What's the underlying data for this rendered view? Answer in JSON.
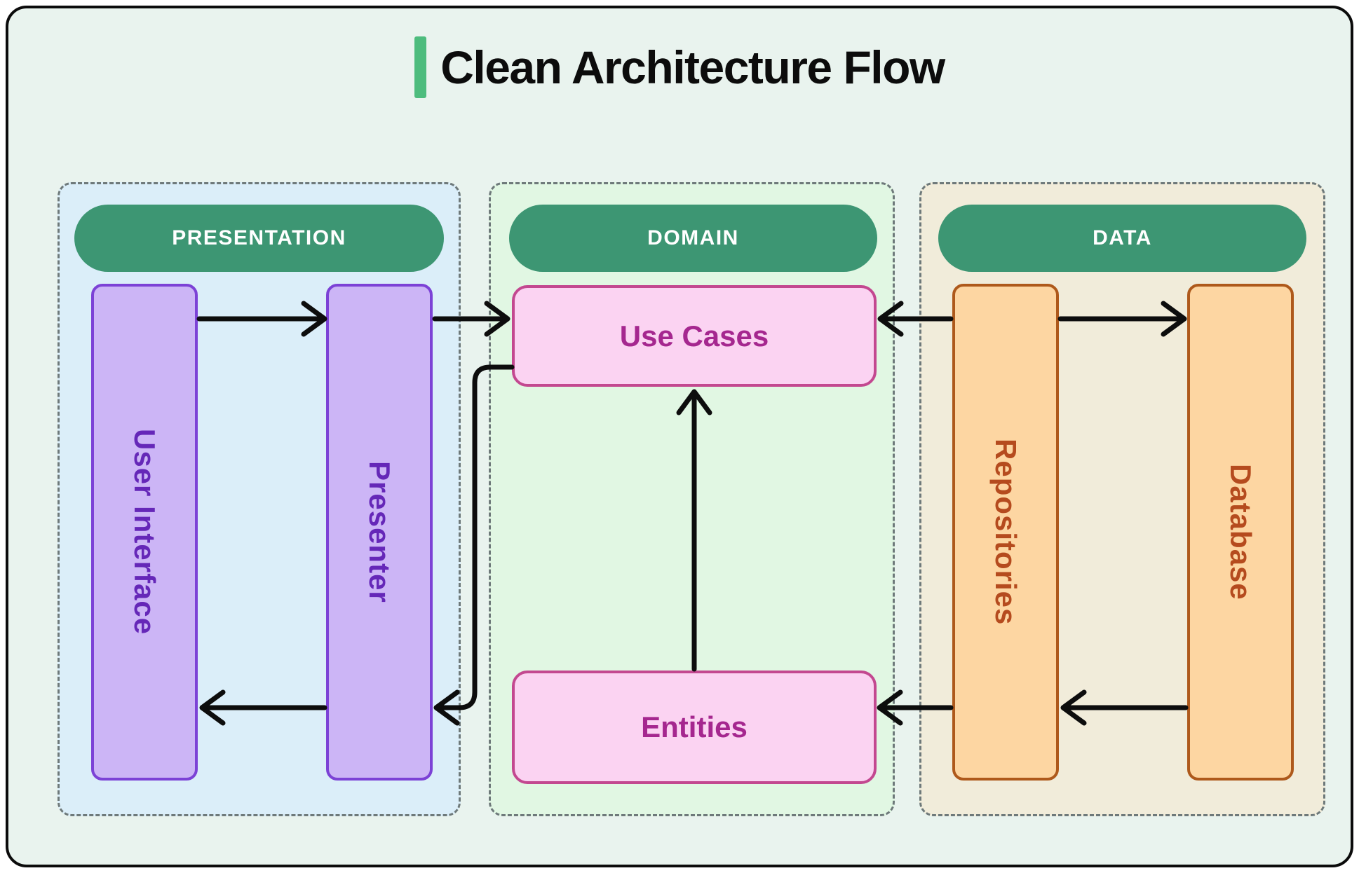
{
  "title": {
    "text": "Clean Architecture Flow"
  },
  "colors": {
    "page_bg": "#ffffff",
    "card_bg": "#e9f3ee",
    "card_border": "#0b0b0b",
    "title_accent": "#4dbc7d",
    "title_text": "#0c0c0c",
    "badge_bg": "#3d9673",
    "badge_text": "#ffffff",
    "panel_border": "#6e797a",
    "presentation_bg": "#dbeef9",
    "domain_bg": "#e1f7e3",
    "data_bg": "#f1ecda",
    "purple_fill": "#ccb5f6",
    "purple_border": "#7c42d6",
    "purple_text": "#6527b8",
    "pink_fill": "#fbd3f2",
    "pink_border": "#c34890",
    "pink_text": "#a5278f",
    "orange_fill": "#fdd6a2",
    "orange_border": "#ae591b",
    "orange_text": "#b54b1e",
    "arrow": "#0d0d0d"
  },
  "sections": {
    "presentation": {
      "badge": "PRESENTATION",
      "nodes": [
        {
          "id": "user_interface",
          "label": "User Interface"
        },
        {
          "id": "presenter",
          "label": "Presenter"
        }
      ]
    },
    "domain": {
      "badge": "DOMAIN",
      "nodes": [
        {
          "id": "use_cases",
          "label": "Use Cases"
        },
        {
          "id": "entities",
          "label": "Entities"
        }
      ]
    },
    "data": {
      "badge": "DATA",
      "nodes": [
        {
          "id": "repositories",
          "label": "Repositories"
        },
        {
          "id": "database",
          "label": "Database"
        }
      ]
    }
  },
  "edges": [
    {
      "from": "user_interface",
      "to": "presenter",
      "position": "top"
    },
    {
      "from": "presenter",
      "to": "use_cases",
      "position": "top"
    },
    {
      "from": "repositories",
      "to": "use_cases",
      "position": "top"
    },
    {
      "from": "repositories",
      "to": "database",
      "position": "top"
    },
    {
      "from": "entities",
      "to": "use_cases",
      "position": "vertical-center"
    },
    {
      "from": "use_cases",
      "to": "presenter",
      "position": "elbow-bottom"
    },
    {
      "from": "presenter",
      "to": "user_interface",
      "position": "bottom"
    },
    {
      "from": "database",
      "to": "repositories",
      "position": "bottom"
    },
    {
      "from": "repositories",
      "to": "entities",
      "position": "bottom"
    }
  ]
}
